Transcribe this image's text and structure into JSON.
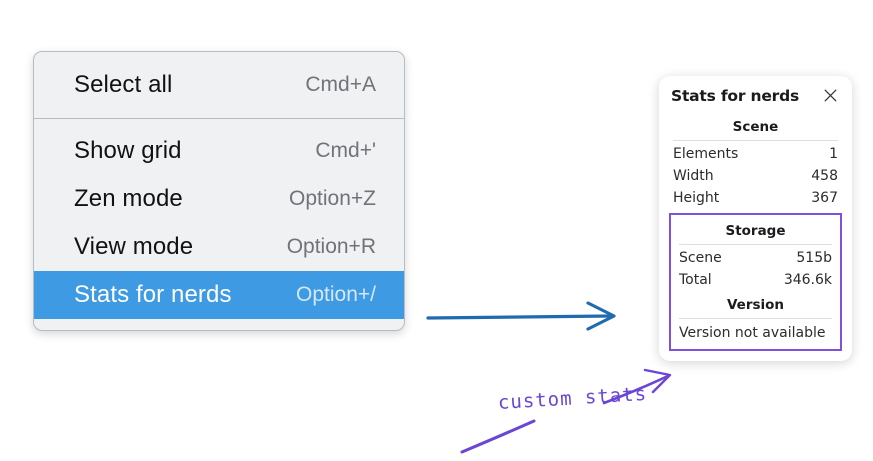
{
  "menu": {
    "sections": [
      {
        "items": [
          {
            "label": "Select all",
            "shortcut": "Cmd+A",
            "selected": false
          }
        ]
      },
      {
        "items": [
          {
            "label": "Show grid",
            "shortcut": "Cmd+'",
            "selected": false
          },
          {
            "label": "Zen mode",
            "shortcut": "Option+Z",
            "selected": false
          },
          {
            "label": "View mode",
            "shortcut": "Option+R",
            "selected": false
          },
          {
            "label": "Stats for nerds",
            "shortcut": "Option+/",
            "selected": true
          }
        ]
      }
    ],
    "selected_color": "#3d9ae3"
  },
  "stats_panel": {
    "title": "Stats for nerds",
    "close_icon": "close-icon",
    "scene": {
      "heading": "Scene",
      "rows": [
        {
          "key": "Elements",
          "value": "1"
        },
        {
          "key": "Width",
          "value": "458"
        },
        {
          "key": "Height",
          "value": "367"
        }
      ]
    },
    "storage": {
      "heading": "Storage",
      "rows": [
        {
          "key": "Scene",
          "value": "515b"
        },
        {
          "key": "Total",
          "value": "346.6k"
        }
      ]
    },
    "version": {
      "heading": "Version",
      "text": "Version not available"
    },
    "highlight_color": "#7c52dd"
  },
  "annotations": {
    "handwritten_label": "custom stats",
    "blue_arrow_color": "#1f6bb0",
    "purple_color": "#6b46d6"
  }
}
